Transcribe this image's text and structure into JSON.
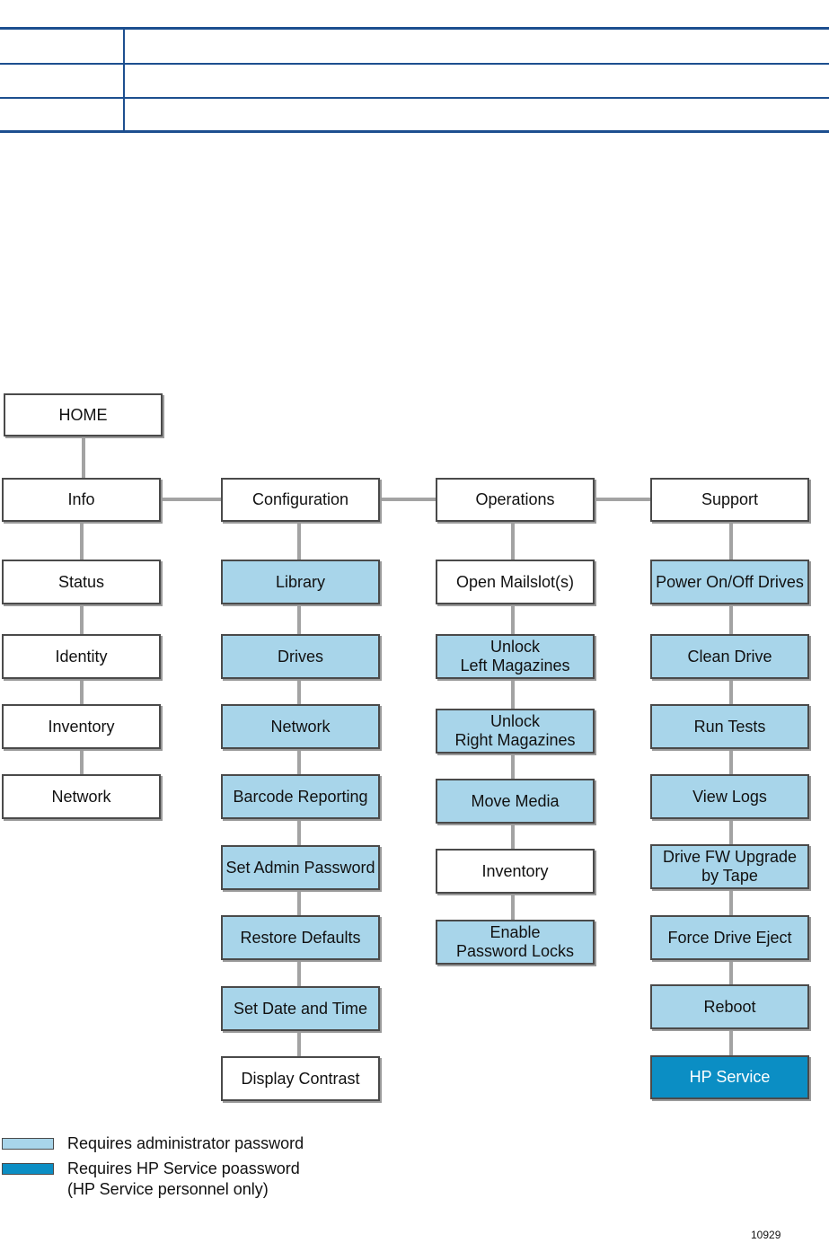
{
  "diagram": {
    "home": "HOME",
    "categories": {
      "info": "Info",
      "configuration": "Configuration",
      "operations": "Operations",
      "support": "Support"
    },
    "info_items": [
      "Status",
      "Identity",
      "Inventory",
      "Network"
    ],
    "configuration_items": [
      "Library",
      "Drives",
      "Network",
      "Barcode Reporting",
      "Set Admin Password",
      "Restore Defaults",
      "Set Date and Time",
      "Display Contrast"
    ],
    "operations_items": [
      "Open Mailslot(s)",
      "Unlock\nLeft Magazines",
      "Unlock\nRight Magazines",
      "Move Media",
      "Inventory",
      "Enable\nPassword Locks"
    ],
    "support_items": [
      "Power On/Off Drives",
      "Clean Drive",
      "Run Tests",
      "View Logs",
      "Drive FW Upgrade\nby Tape",
      "Force Drive Eject",
      "Reboot",
      "HP Service"
    ]
  },
  "legend": {
    "admin": "Requires administrator password",
    "hp_service_line1": "Requires HP Service poassword",
    "hp_service_line2": "(HP Service personnel only)"
  },
  "figure_id": "10929",
  "colors": {
    "admin_fill": "#a8d5ea",
    "hp_service_fill": "#0b8ec4",
    "connector": "#a3a3a3",
    "table_rule": "#1d4f8f"
  }
}
